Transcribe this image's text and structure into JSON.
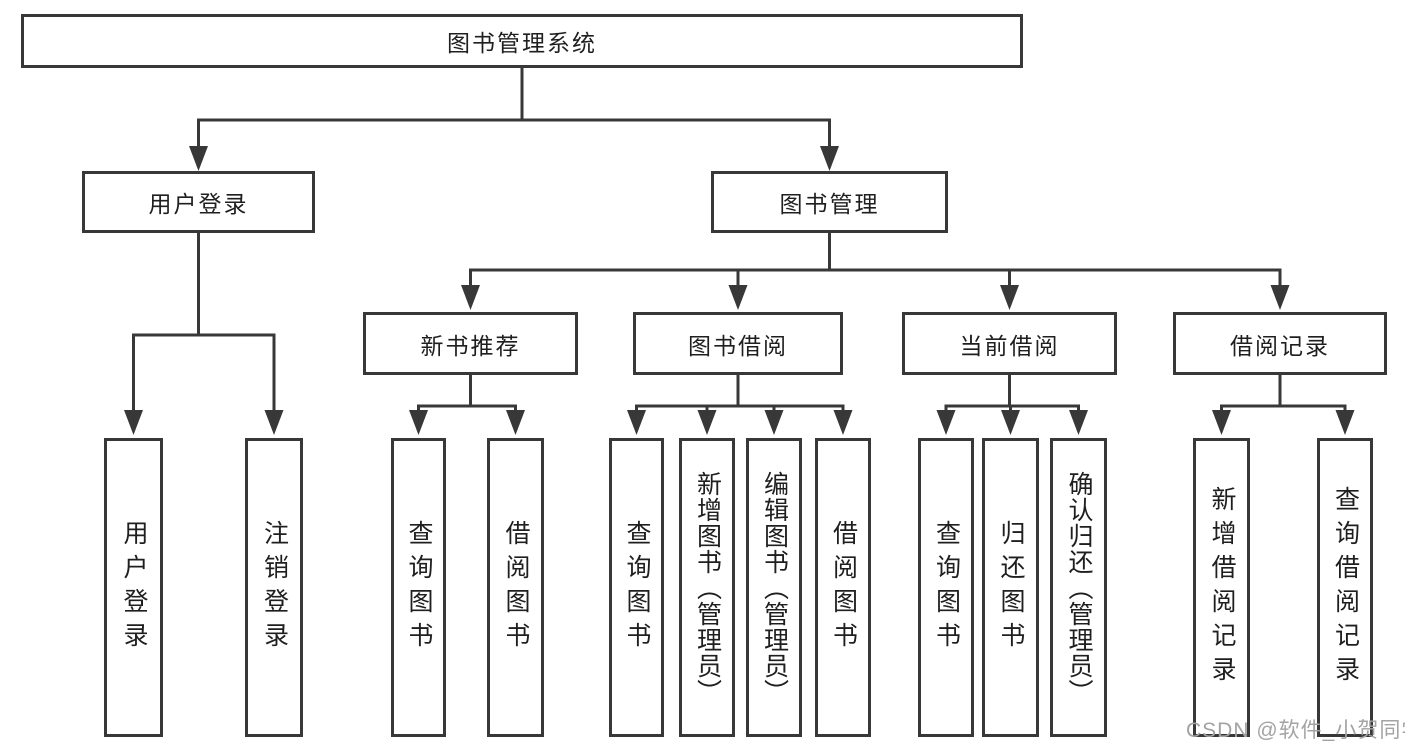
{
  "colors": {
    "background": "#ffffff",
    "line": "#383838",
    "box_border": "#383838",
    "text": "#1f1f1f",
    "watermark": "#a3a3a3"
  },
  "watermark": {
    "text": "CSDN @软件_小贺同学"
  },
  "tree": {
    "root": {
      "label": "图书管理系统",
      "children": [
        {
          "label": "用户登录",
          "children": [
            {
              "label": "用户登录"
            },
            {
              "label": "注销登录"
            }
          ]
        },
        {
          "label": "图书管理",
          "children": [
            {
              "label": "新书推荐",
              "children": [
                {
                  "label": "查询图书"
                },
                {
                  "label": "借阅图书"
                }
              ]
            },
            {
              "label": "图书借阅",
              "children": [
                {
                  "label": "查询图书"
                },
                {
                  "label": "新增图书（管理员）"
                },
                {
                  "label": "编辑图书（管理员）"
                },
                {
                  "label": "借阅图书"
                }
              ]
            },
            {
              "label": "当前借阅",
              "children": [
                {
                  "label": "查询图书"
                },
                {
                  "label": "归还图书"
                },
                {
                  "label": "确认归还（管理员）"
                }
              ]
            },
            {
              "label": "借阅记录",
              "children": [
                {
                  "label": "新增借阅记录"
                },
                {
                  "label": "查询借阅记录"
                }
              ]
            }
          ]
        }
      ]
    }
  }
}
